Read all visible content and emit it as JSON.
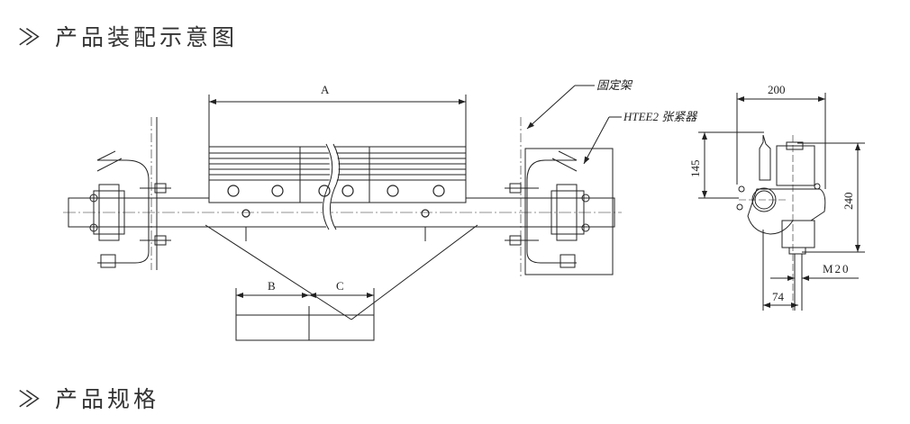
{
  "headings": {
    "assembly": "≫ 产品装配示意图",
    "spec": "≫ 产品规格"
  },
  "labels": {
    "fixed_frame": "固定架",
    "tensioner": "HTEE2 张紧器",
    "dim_a": "A",
    "dim_b": "B",
    "dim_c": "C",
    "dim_200": "200",
    "dim_145": "145",
    "dim_240": "240",
    "dim_m20": "M20",
    "dim_74": "74"
  }
}
